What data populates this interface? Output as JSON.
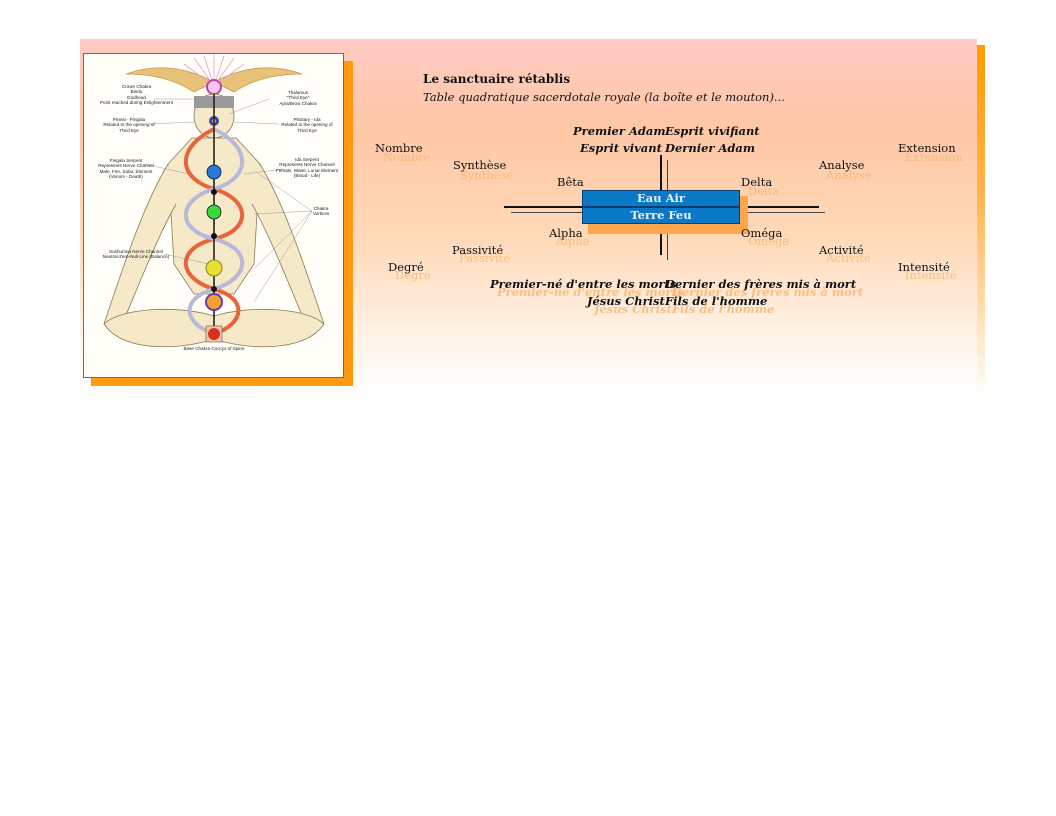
{
  "title": "Le sanctuaire rétablis",
  "subtitle": "Table quadratique sacerdotale royale (la boîte et le mouton)...",
  "image": {
    "description_labels": {
      "crown": "Crown Chakra\nBindu\nGodhead\nPoint reached during Enlightenment",
      "thalamus": "Thalamus\n\"Third Eye\"\nAjna/Brow Chakra",
      "pineal": "Pineal - Pingala\nRelated to the opening of\nThird Eye",
      "pituitary": "Pituitary - Ida\nRelated to the opening of\nThird Eye",
      "pingala": "Pingala Serpent\nRepresents Nerve Channel\nMale, Fire, Solar, Element\n(Venom - Death)",
      "ida": "Ida Serpent\nRepresents Nerve Channel\nFemale, Water, Lunar Element\n(Blood - Life)",
      "vortices": "Chakra\nVortices",
      "sushumna": "Sushumna Nerve Channel\nNeutral-Zero-Null-Line (Balance)",
      "base": "Base Chakra Coccyx of Spine"
    },
    "colors": {
      "ida": "#e8643a",
      "pingala": "#b8b8d8",
      "skin": "#f6e9c8"
    }
  },
  "table": {
    "top_left_1": "Premier Adam",
    "top_right_1": "Esprit vivifiant",
    "top_left_2": "Esprit vivant",
    "top_right_2": "Dernier Adam",
    "nombre": "Nombre",
    "extension": "Extension",
    "synthese": "Synthèse",
    "analyse": "Analyse",
    "beta": "Bêta",
    "delta": "Delta",
    "alpha": "Alpha",
    "omega": "Oméga",
    "passivite": "Passivité",
    "activite": "Activité",
    "degre": "Degré",
    "intensite": "Intensité",
    "bottom_left_1": "Premier-né d'entre les morts",
    "bottom_right_1": "Dernier des frères mis à mort",
    "bottom_left_2": "Jésus Christ",
    "bottom_right_2": "Fils de l'homme",
    "box_top": "Eau Air",
    "box_bottom": "Terre Feu"
  },
  "colors": {
    "box_fill": "#0c78c8",
    "shadow": "#ff9a00",
    "ghost_text": "#f6b26b",
    "panel_top": "#ffcbc4"
  }
}
